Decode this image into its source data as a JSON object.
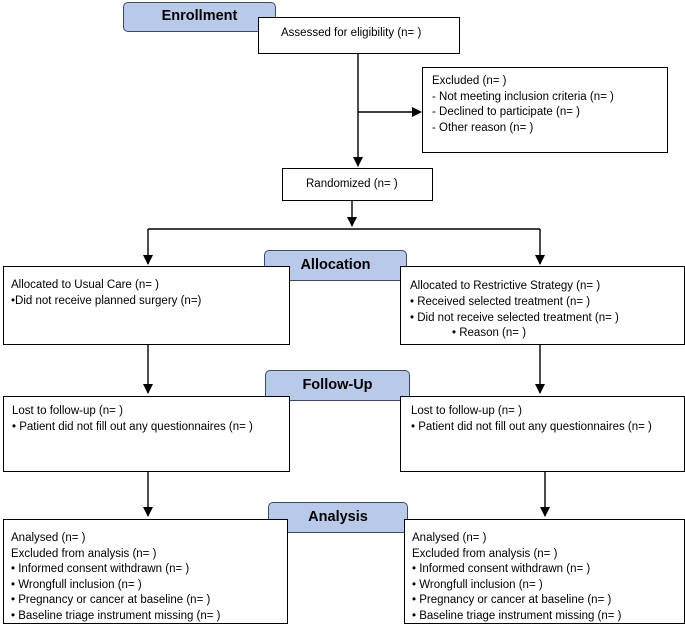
{
  "stages": {
    "enrollment": "Enrollment",
    "allocation": "Allocation",
    "followup": "Follow-Up",
    "analysis": "Analysis"
  },
  "eligibility": "Assessed for eligibility (n=  )",
  "excluded": {
    "title": "Excluded  (n=  )",
    "items": [
      "Not meeting inclusion criteria (n=  )",
      "Declined to participate (n=  )",
      "Other reason (n=  )"
    ]
  },
  "randomized": "Randomized (n=  )",
  "usual_care": {
    "title": "Allocated to Usual Care (n=  )",
    "items": [
      "•Did not receive planned surgery (n=)"
    ]
  },
  "restrictive": {
    "title": "Allocated to Restrictive Strategy (n=  )",
    "items": [
      "• Received selected treatment (n=  )",
      "• Did not receive selected treatment (n=  )",
      "• Reason (n= )"
    ]
  },
  "followup_left": {
    "title": "Lost to follow-up (n=  )",
    "item": "• Patient did not fill out any questionnaires (n= )"
  },
  "followup_right": {
    "title": "Lost to follow-up (n=  )",
    "item": "• Patient did not fill out any questionnaires (n= )"
  },
  "analysis_left": {
    "analysed": "Analysed (n=  )",
    "excluded": "Excluded from analysis (n=  )",
    "items": [
      "• Informed consent withdrawn (n= )",
      "• Wrongfull inclusion (n= )",
      "• Pregnancy or cancer at baseline (n= )",
      "• Baseline triage instrument missing (n= )"
    ]
  },
  "analysis_right": {
    "analysed": "Analysed (n=  )",
    "excluded": "Excluded from analysis (n=  )",
    "items": [
      "• Informed consent withdrawn (n= )",
      "• Wrongfull inclusion (n= )",
      "• Pregnancy or cancer at baseline (n= )",
      "• Baseline triage instrument missing (n= )"
    ]
  },
  "colors": {
    "stage_fill": "#b8c9ea",
    "stage_border": "#3a4a66",
    "line": "#000000"
  }
}
